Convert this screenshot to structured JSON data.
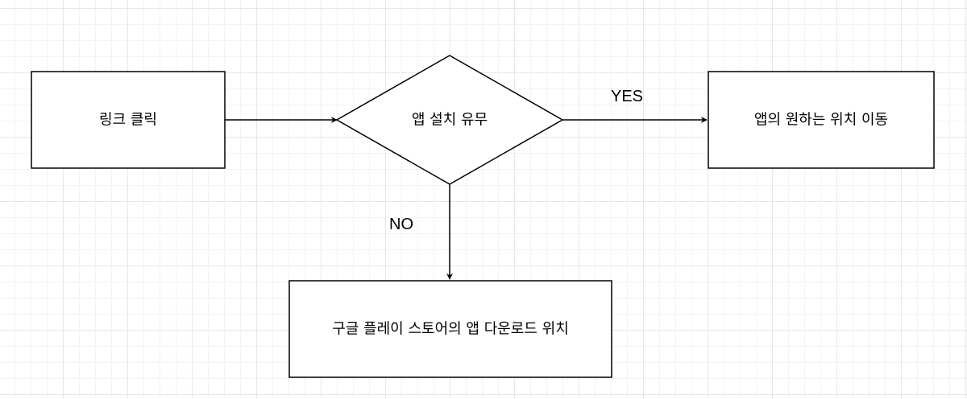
{
  "diagram": {
    "nodes": {
      "start": {
        "label": "링크 클릭",
        "shape": "rectangle"
      },
      "decision": {
        "label": "앱 설치 유무",
        "shape": "diamond"
      },
      "yes_target": {
        "label": "앱의 원하는 위치 이동",
        "shape": "rectangle"
      },
      "no_target": {
        "label": "구글 플레이 스토어의 앱 다운로드 위치",
        "shape": "rectangle"
      }
    },
    "edges": {
      "start_to_decision": {
        "from": "start",
        "to": "decision",
        "label": ""
      },
      "decision_to_yes": {
        "from": "decision",
        "to": "yes_target",
        "label": "YES"
      },
      "decision_to_no": {
        "from": "decision",
        "to": "no_target",
        "label": "NO"
      }
    },
    "colors": {
      "stroke": "#000000",
      "fill": "#ffffff",
      "grid": "#e7e7e7"
    }
  }
}
